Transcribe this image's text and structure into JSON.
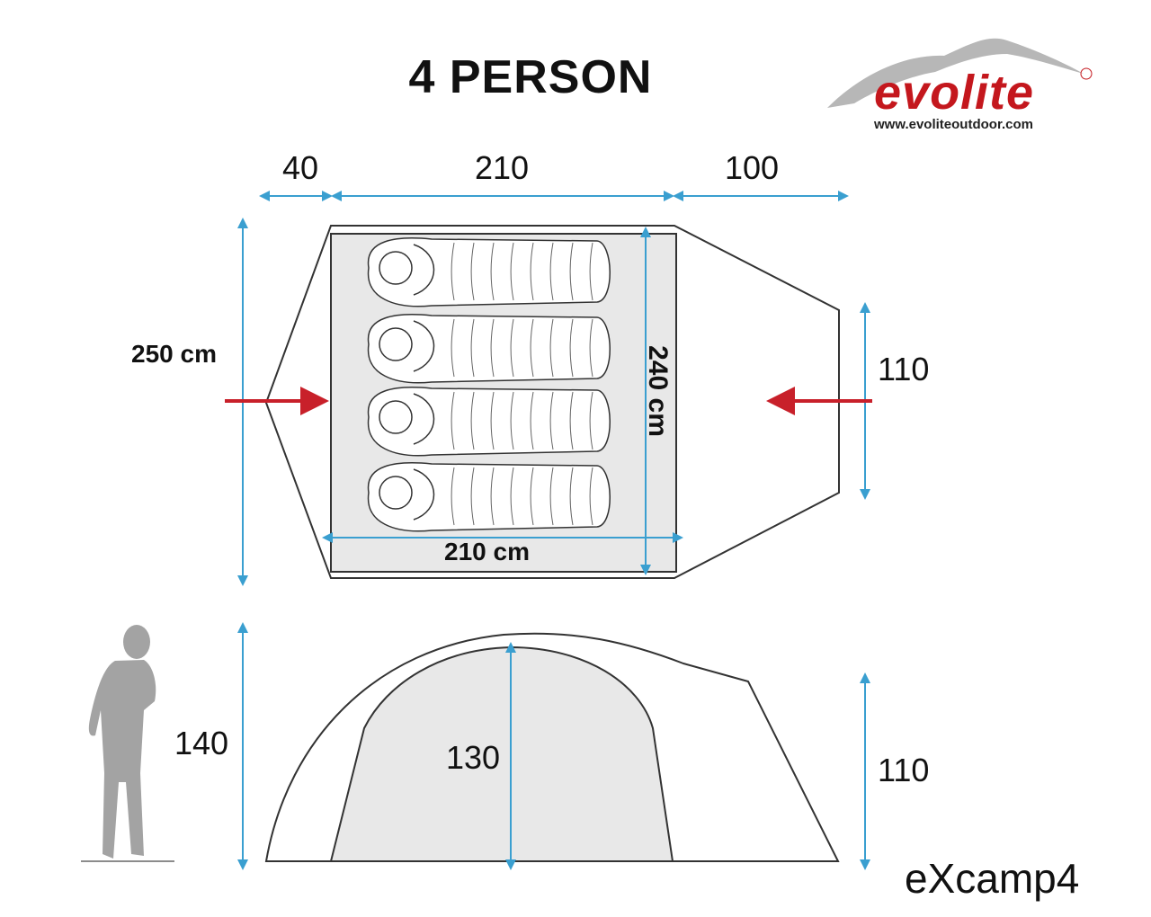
{
  "title": "4 PERSON",
  "brand": {
    "name": "evolite",
    "url": "www.evoliteoutdoor.com",
    "registered_mark": "®"
  },
  "model": "eXcamp4",
  "floor_plan": {
    "top_dims": [
      "40",
      "210",
      "100"
    ],
    "total_width_label": "250 cm",
    "inner_length_label": "210 cm",
    "inner_width_label": "240 cm",
    "vestibule_height_label": "110",
    "sleeping_bags": 4
  },
  "side_view": {
    "outer_height_label": "140",
    "inner_height_label": "130",
    "vestibule_height_label": "110"
  },
  "colors": {
    "dimension_line": "#3a9fd0",
    "arrow": "#c8202a",
    "outline": "#333333",
    "inner_fill": "#e8e8e8",
    "brand": "#c4171d",
    "silhouette": "#a3a3a3"
  }
}
